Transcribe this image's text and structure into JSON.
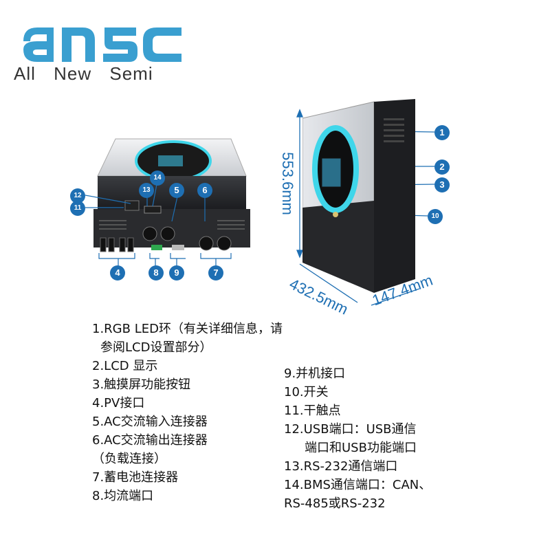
{
  "brand": {
    "logo_text": "ANSC",
    "tagline": "All New Semi"
  },
  "dimensions": {
    "height": "553.6mm",
    "width": "432.5mm",
    "depth": "147.4mm"
  },
  "callouts": [
    "1",
    "2",
    "3",
    "4",
    "5",
    "6",
    "7",
    "8",
    "9",
    "10",
    "11",
    "12",
    "13",
    "14"
  ],
  "legend_left": [
    "1.RGB LED环（有关详细信息，请",
    "参阅LCD设置部分）",
    "2.LCD 显示",
    "3.触摸屏功能按钮",
    "4.PV接口",
    "5.AC交流输入连接器",
    "6.AC交流输出连接器",
    "（负载连接）",
    "7.蓄电池连接器",
    "8.均流端口"
  ],
  "legend_right": [
    "9.并机接口",
    "10.开关",
    "11.干触点",
    "12.USB端口：USB通信",
    "端口和USB功能端口",
    "13.RS-232通信端口",
    "14.BMS通信端口：CAN、",
    "RS-485或RS-232"
  ],
  "colors": {
    "brand_blue": "#3a9fd0",
    "callout_blue": "#1e6fb3",
    "ring_cyan": "#3fd6ea"
  }
}
